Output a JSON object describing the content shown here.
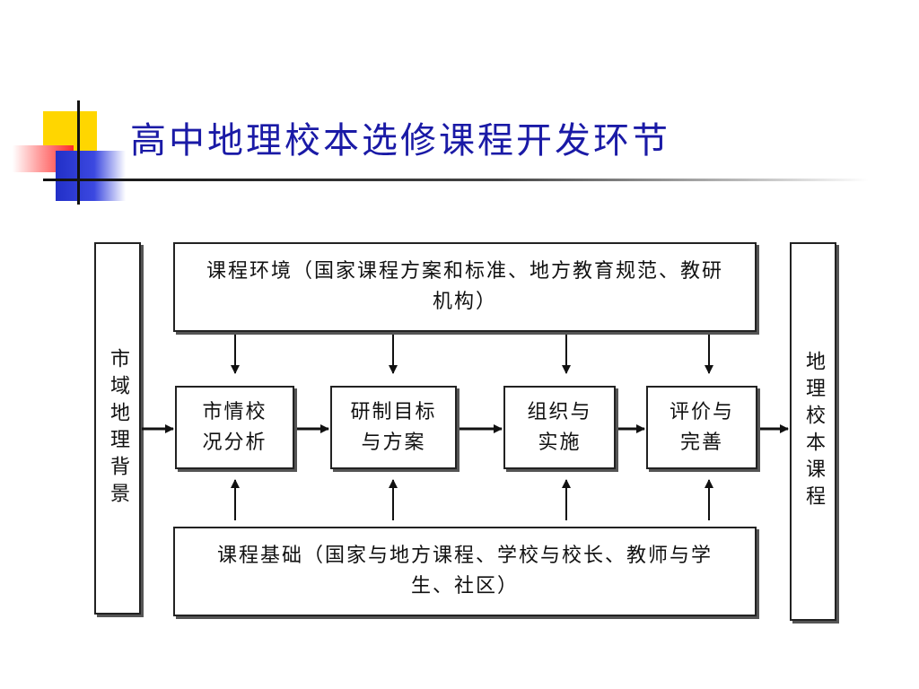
{
  "slide": {
    "title": "高中地理校本选修课程开发环节"
  },
  "diagram": {
    "left_box": "市域地理背景",
    "right_box": "地理校本课程",
    "top_box": "课程环境（国家课程方案和标准、地方教育规范、教研机构）",
    "bottom_box": "课程基础（国家与地方课程、学校与校长、教师与学生、社区）",
    "steps": [
      {
        "label": "市情校况分析"
      },
      {
        "label": "研制目标与方案"
      },
      {
        "label": "组织与实施"
      },
      {
        "label": "评价与完善"
      }
    ]
  }
}
